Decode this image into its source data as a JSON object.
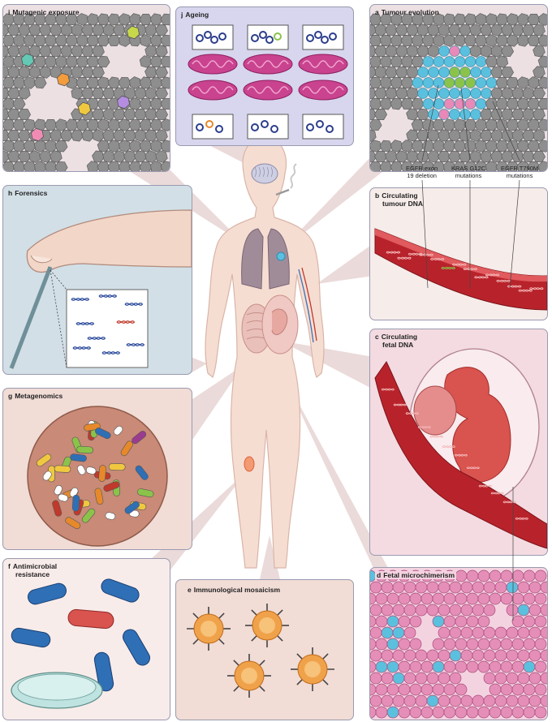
{
  "panels": {
    "a": {
      "letter": "a",
      "title": "Tumour evolution"
    },
    "b": {
      "letter": "b",
      "title_line1": "Circulating",
      "title_line2": "tumour DNA"
    },
    "c": {
      "letter": "c",
      "title_line1": "Circulating",
      "title_line2": "fetal DNA"
    },
    "d": {
      "letter": "d",
      "title": "Fetal microchimerism"
    },
    "e": {
      "letter": "e",
      "title": "Immunological mosaicism"
    },
    "f": {
      "letter": "f",
      "title_line1": "Antimicrobial",
      "title_line2": "resistance"
    },
    "g": {
      "letter": "g",
      "title": "Metagenomics"
    },
    "h": {
      "letter": "h",
      "title": "Forensics"
    },
    "i": {
      "letter": "i",
      "title": "Mutagenic exposure"
    },
    "j": {
      "letter": "j",
      "title": "Ageing"
    }
  },
  "mutation_labels": {
    "egfr_exon_line1": "EGFR exon",
    "egfr_exon_line2": "19 deletion",
    "kras_line1": "KRAS G12C",
    "kras_line2": "mutations",
    "egfr_t790m_line1": "EGFR T790M",
    "egfr_t790m_line2": "mutations"
  },
  "colors": {
    "panel_border": "#9a9ab0",
    "skin": "#f6ddd2",
    "vessel": "#b8232b",
    "tumour_cell": "#5bc0de",
    "mutant_green": "#8bc34a",
    "mutant_pink": "#e889b8",
    "fetal_cell": "#e8a3c0",
    "ageing_bg": "#d7d6ee"
  }
}
